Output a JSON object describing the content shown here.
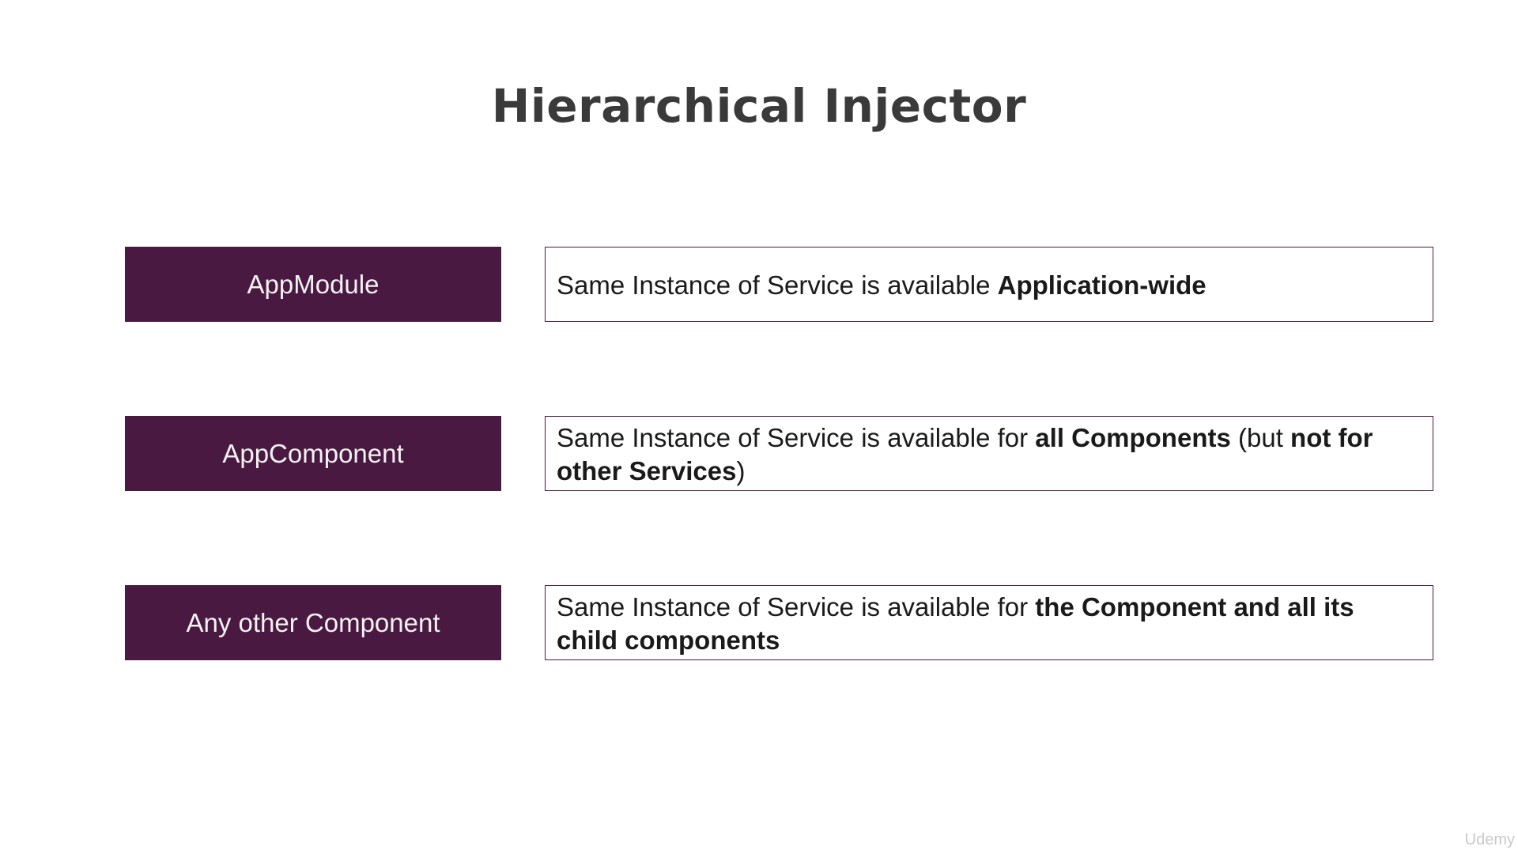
{
  "title": "Hierarchical Injector",
  "colors": {
    "label_background": "#4a1942",
    "label_text": "#f2f2f2",
    "title_text": "#3a3a3a",
    "box_border": "#4a1942"
  },
  "rows": [
    {
      "label": "AppModule",
      "segments": [
        {
          "text": "Same Instance of Service is available ",
          "bold": false
        },
        {
          "text": "Application-wide",
          "bold": true
        }
      ]
    },
    {
      "label": "AppComponent",
      "segments": [
        {
          "text": "Same Instance of Service is available for ",
          "bold": false
        },
        {
          "text": "all Components",
          "bold": true
        },
        {
          "text": " (but ",
          "bold": false
        },
        {
          "text": "not for other Services",
          "bold": true
        },
        {
          "text": ")",
          "bold": false
        }
      ]
    },
    {
      "label": "Any other Component",
      "segments": [
        {
          "text": "Same Instance of Service is available for ",
          "bold": false
        },
        {
          "text": "the Component and all its child components",
          "bold": true
        }
      ]
    }
  ],
  "watermark": "Udemy"
}
